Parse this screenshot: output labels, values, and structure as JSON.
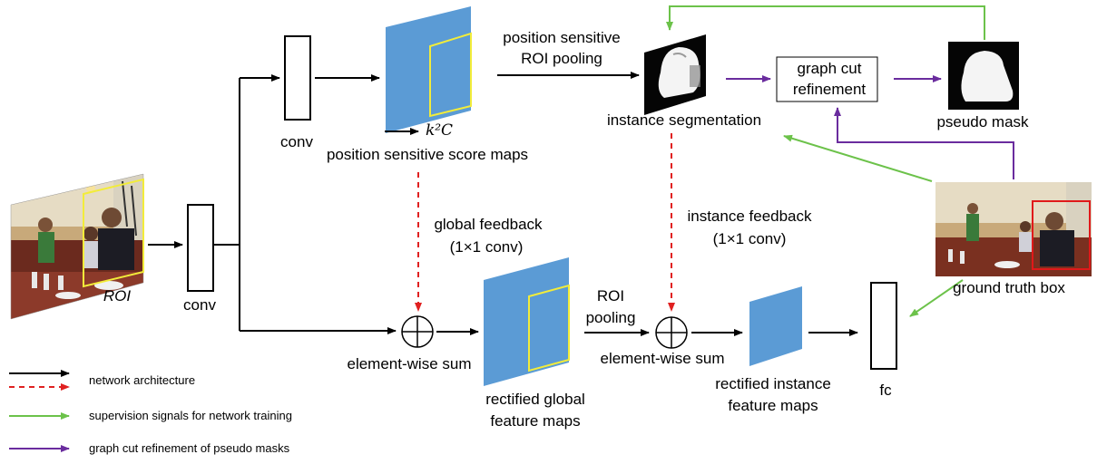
{
  "colors": {
    "arrow": "#000000",
    "feedback": "#e02020",
    "supervision": "#6cc24a",
    "graph_cut": "#6a2c9e",
    "feature_map": "#5b9bd5",
    "roi_box": "#f2ec3a",
    "gt_box": "#e0191a"
  },
  "input_image": {
    "roi_label": "ROI"
  },
  "layers": {
    "conv_main": "conv",
    "conv_top": "conv",
    "fc": "fc"
  },
  "score_maps": {
    "k2c_label": "k²C",
    "caption": "position sensitive score maps"
  },
  "ps_roi_pooling": {
    "line1": "position sensitive",
    "line2": "ROI pooling"
  },
  "instance_segmentation": {
    "caption": "instance segmentation"
  },
  "graph_cut": {
    "line1": "graph cut",
    "line2": "refinement"
  },
  "pseudo_mask": {
    "caption": "pseudo mask"
  },
  "ground_truth": {
    "caption": "ground truth box"
  },
  "global_feedback": {
    "line1": "global feedback",
    "line2": "(1×1 conv)"
  },
  "instance_feedback": {
    "line1": "instance feedback",
    "line2": "(1×1 conv)"
  },
  "element_sum_left": "element-wise sum",
  "element_sum_right": "element-wise sum",
  "global_features": {
    "line1": "rectified global",
    "line2": "feature maps"
  },
  "roi_pooling": {
    "line1": "ROI",
    "line2": "pooling"
  },
  "instance_features": {
    "line1": "rectified instance",
    "line2": "feature maps"
  },
  "legend": [
    {
      "label": "network architecture"
    },
    {
      "label": "supervision signals for network training"
    },
    {
      "label": "graph cut refinement of pseudo masks"
    }
  ]
}
